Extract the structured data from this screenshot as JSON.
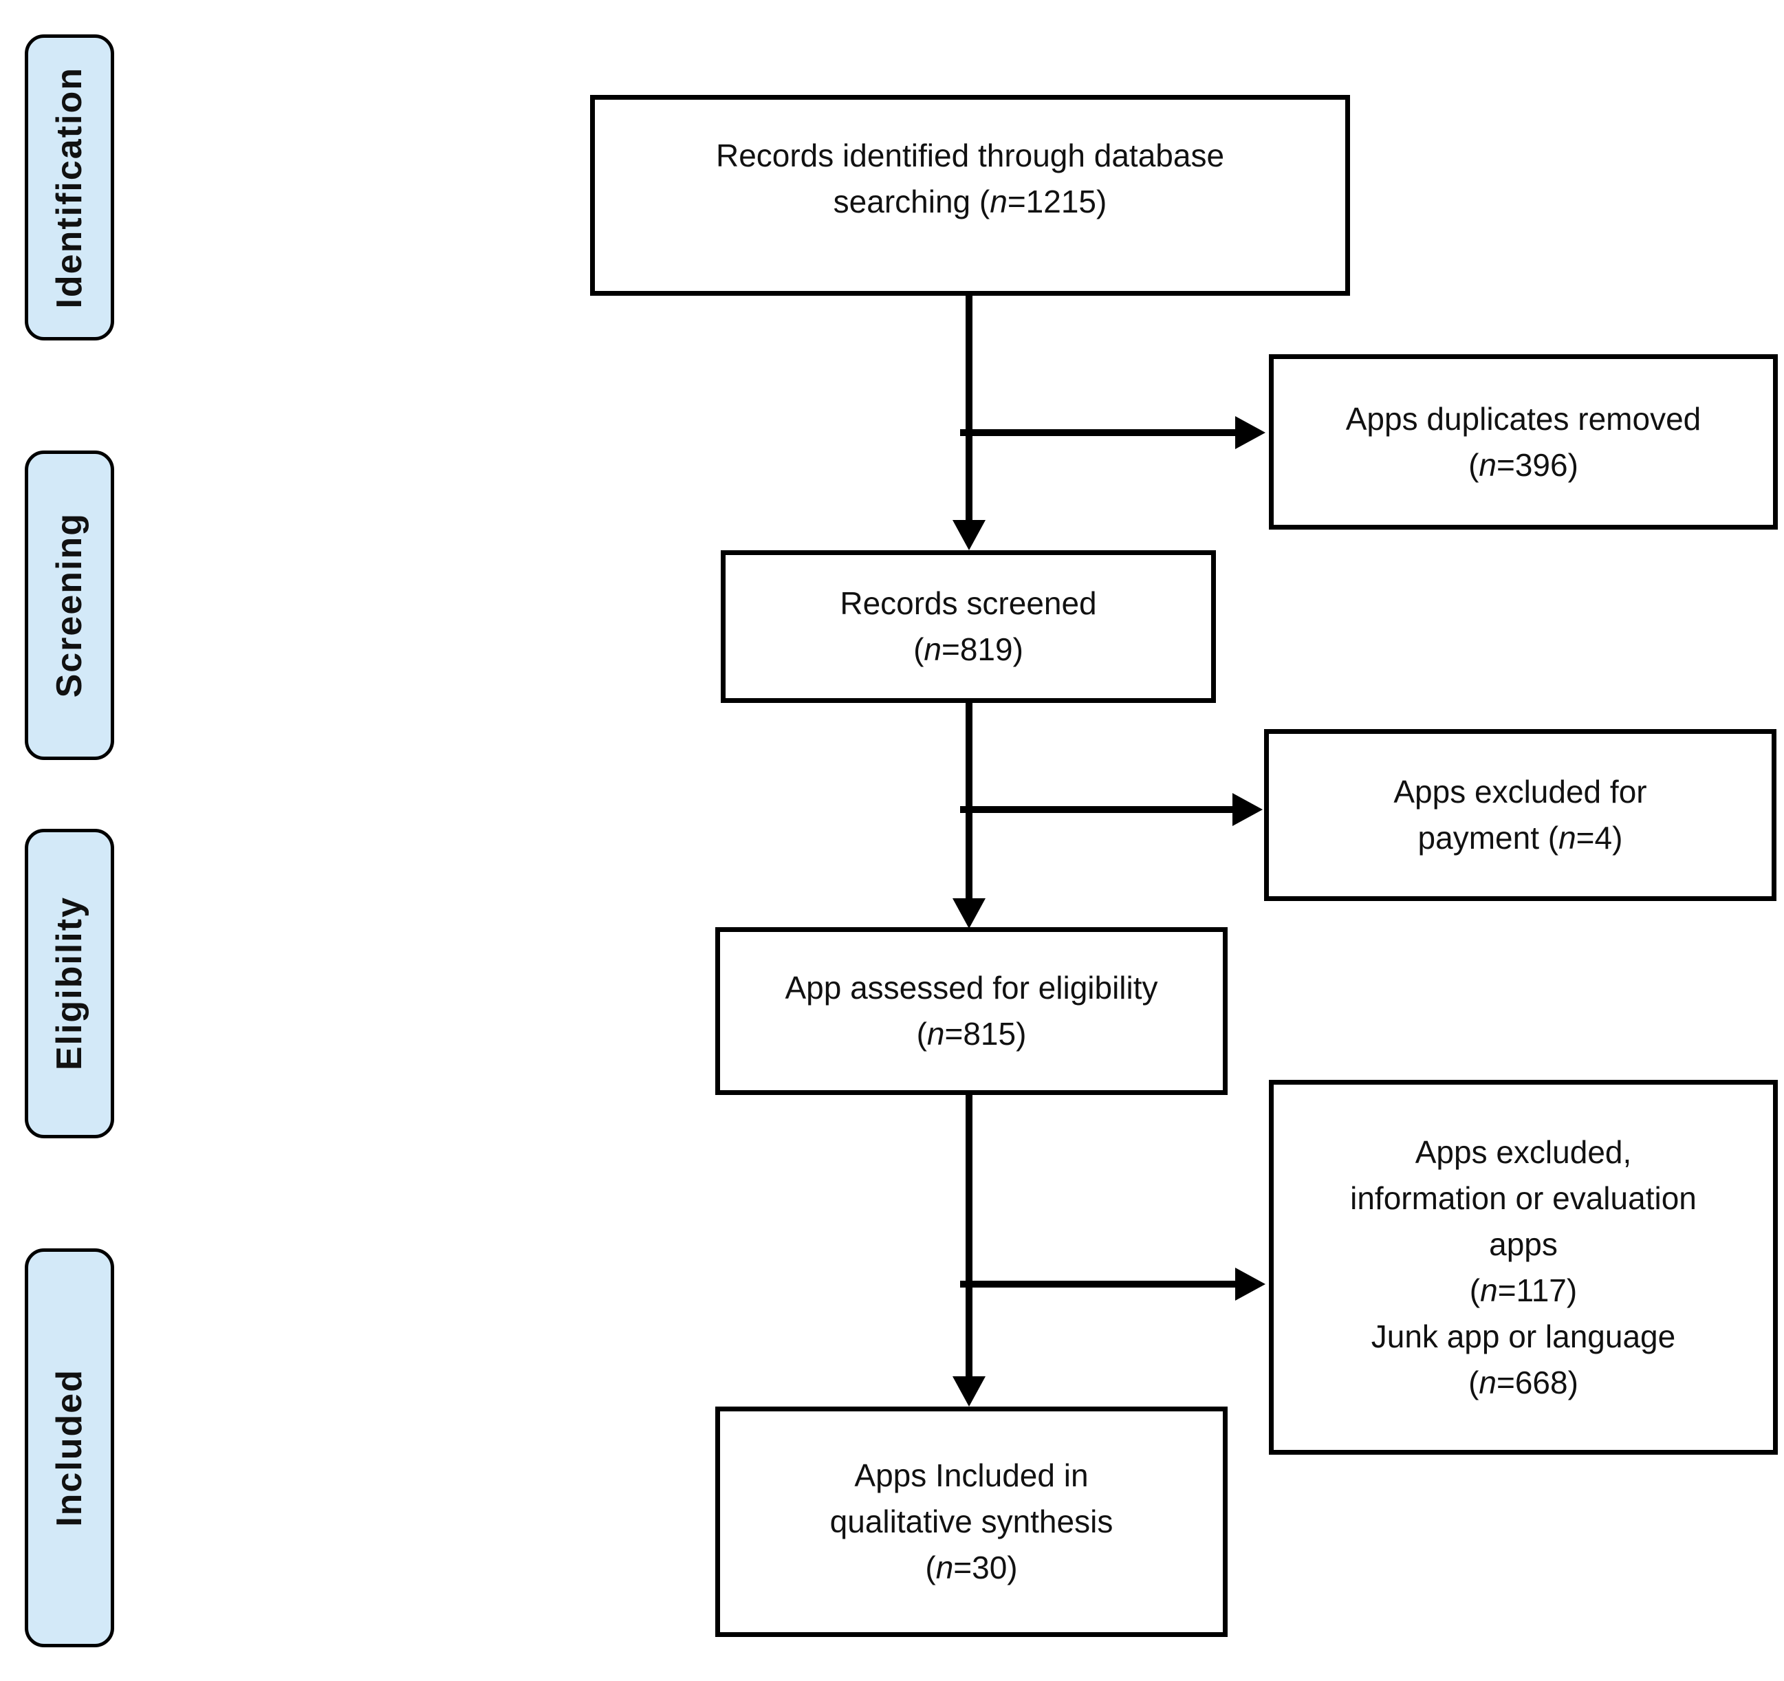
{
  "stages": [
    {
      "label": "Identification"
    },
    {
      "label": "Screening"
    },
    {
      "label": "Eligibility"
    },
    {
      "label": "Included"
    }
  ],
  "boxes": {
    "identified": {
      "lines": [
        {
          "pre": "Records identified through database"
        },
        {
          "pre": "searching (",
          "n": "n",
          "post": "=1215)"
        }
      ]
    },
    "screened": {
      "lines": [
        {
          "pre": "Records screened"
        },
        {
          "pre": "(",
          "n": "n",
          "post": "=819)"
        }
      ]
    },
    "assessed": {
      "lines": [
        {
          "pre": "App assessed for eligibility"
        },
        {
          "pre": "(",
          "n": "n",
          "post": "=815)"
        }
      ]
    },
    "included": {
      "lines": [
        {
          "pre": "Apps Included in"
        },
        {
          "pre": "qualitative synthesis"
        },
        {
          "pre": "(",
          "n": "n",
          "post": "=30)"
        }
      ]
    },
    "duplicates_removed": {
      "lines": [
        {
          "pre": "Apps duplicates removed"
        },
        {
          "pre": "(",
          "n": "n",
          "post": "=396)"
        }
      ]
    },
    "excluded_payment": {
      "lines": [
        {
          "pre": "Apps excluded for"
        },
        {
          "pre": "payment (",
          "n": "n",
          "post": "=4)"
        }
      ]
    },
    "excluded_other": {
      "lines": [
        {
          "pre": "Apps excluded,"
        },
        {
          "pre": "information or evaluation"
        },
        {
          "pre": "apps"
        },
        {
          "pre": "(",
          "n": "n",
          "post": "=117)"
        },
        {
          "pre": "Junk app or language"
        },
        {
          "pre": "(",
          "n": "n",
          "post": "=668)"
        }
      ]
    }
  },
  "colors": {
    "stage_fill": "#d3e9f8",
    "box_fill": "#ffffff",
    "line": "#000000"
  }
}
